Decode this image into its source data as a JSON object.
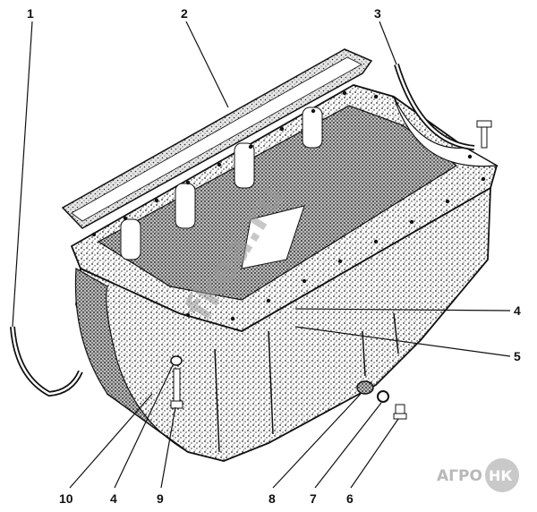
{
  "diagram": {
    "labels": {
      "l1": "1",
      "l2": "2",
      "l3": "3",
      "l4a": "4",
      "l5": "5",
      "l10": "10",
      "l4b": "4",
      "l9": "9",
      "l8": "8",
      "l7": "7",
      "l6": "6"
    },
    "watermark": "fkea.ru",
    "logo": {
      "left": "АГРО",
      "right": "НК"
    },
    "colors": {
      "ink": "#111111",
      "paper": "#ffffff",
      "shade": "#cfcfcf",
      "gasket": "#d9d9d9"
    }
  }
}
